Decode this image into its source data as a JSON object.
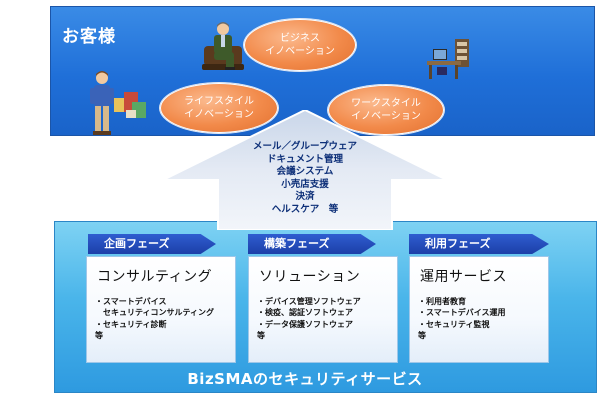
{
  "customer": {
    "title": "お客様",
    "ovals": {
      "business": [
        "ビジネス",
        "イノベーション"
      ],
      "lifestyle": [
        "ライフスタイル",
        "イノベーション"
      ],
      "workstyle": [
        "ワークスタイル",
        "イノベーション"
      ]
    }
  },
  "arrow": {
    "items": [
      "メール／グループウェア",
      "ドキュメント管理",
      "会議システム",
      "小売店支援",
      "決済",
      "ヘルスケア　等"
    ]
  },
  "phases": [
    {
      "label": "企画フェーズ",
      "heading": "コンサルティング",
      "items": [
        "・スマートデバイス",
        "　セキュリティコンサルティング",
        "・セキュリティ診断",
        "等"
      ]
    },
    {
      "label": "構築フェーズ",
      "heading": "ソリューション",
      "items": [
        "・デバイス管理ソフトウェア",
        "・検疫、認証ソフトウェア",
        "・データ保護ソフトウェア",
        "等"
      ]
    },
    {
      "label": "利用フェーズ",
      "heading": "運用サービス",
      "items": [
        "・利用者教育",
        "・スマートデバイス運用",
        "・セキュリティ監視",
        "等"
      ]
    }
  ],
  "footer": "BizSMAのセキュリティサービス",
  "colors": {
    "customer_panel": "#1f6fd8",
    "oval": "#f28a4a",
    "arrow": "#dfe6f1",
    "service_panel": "#4ab5ea",
    "phase_banner": "#1c3fa8"
  }
}
